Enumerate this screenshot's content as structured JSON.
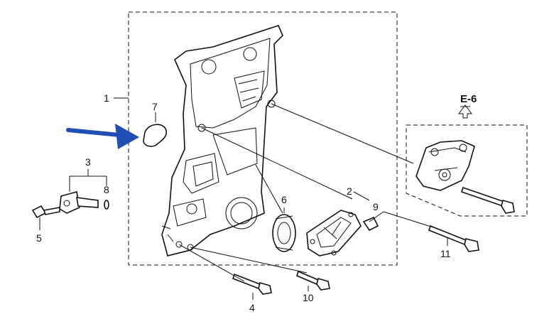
{
  "diagram": {
    "reference_label": "E-6",
    "callouts": {
      "c1": "1",
      "c2": "2",
      "c3": "3",
      "c4": "4",
      "c5": "5",
      "c6": "6",
      "c7": "7",
      "c8": "8",
      "c9": "9",
      "c10": "10",
      "c11": "11"
    },
    "colors": {
      "highlight_arrow": "#1f4fb5",
      "line": "#111111"
    }
  }
}
